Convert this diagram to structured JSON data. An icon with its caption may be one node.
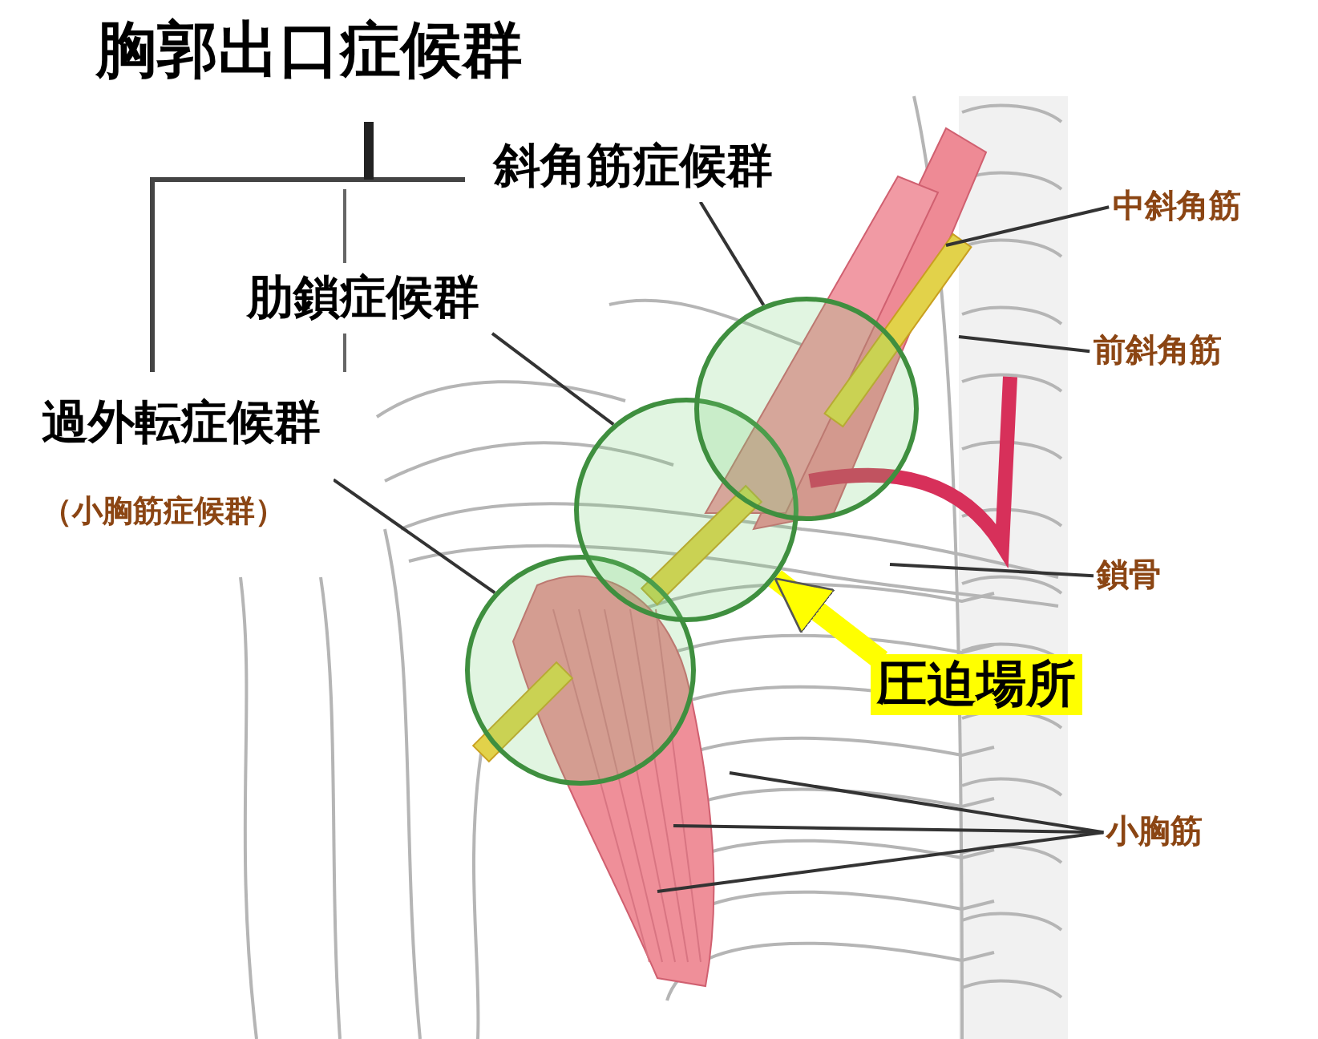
{
  "diagram": {
    "title": "胸郭出口症候群",
    "nodes": [
      {
        "text": [
          "斜角筋症候群"
        ]
      },
      {
        "text": [
          "中斜角筋"
        ]
      },
      {
        "text": [
          "肋鎖症候群"
        ]
      },
      {
        "text": [
          "前斜角筋"
        ]
      },
      {
        "text": [
          "過外転症候群",
          "（小胸筋症候群）"
        ]
      },
      {
        "text": [],
        "shape": "circle"
      },
      {
        "text": [],
        "shape": "circle"
      },
      {
        "text": [],
        "shape": "circle"
      },
      {
        "text": [
          "鎖骨"
        ]
      },
      {
        "text": [
          "圧迫場所"
        ]
      },
      {
        "text": [
          "小胸筋"
        ]
      }
    ],
    "edges": [
      {
        "from": 0,
        "to": 7,
        "arrow": "none"
      },
      {
        "from": 2,
        "to": 6,
        "arrow": "none"
      },
      {
        "from": 4,
        "to": 5,
        "arrow": "none"
      },
      {
        "from": 1,
        "to": null,
        "arrow": "none"
      },
      {
        "from": 3,
        "to": null,
        "arrow": "none"
      },
      {
        "from": 8,
        "to": null,
        "arrow": "none"
      },
      {
        "from": 9,
        "to": 6,
        "arrow": "to",
        "style": "thick",
        "color": "#ffff00"
      },
      {
        "from": 10,
        "to": null,
        "arrow": "none"
      },
      {
        "from": 10,
        "to": null,
        "arrow": "none"
      },
      {
        "from": 10,
        "to": null,
        "arrow": "none"
      }
    ]
  }
}
